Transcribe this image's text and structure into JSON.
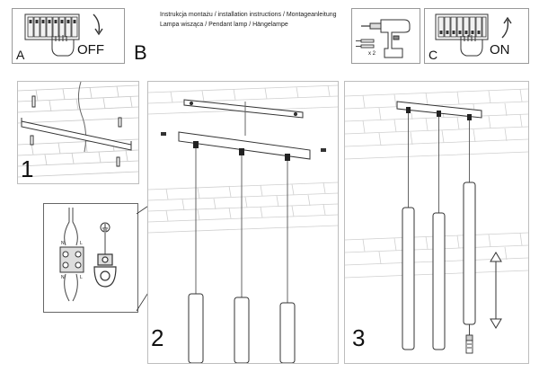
{
  "header": {
    "title_lines": [
      "Instrukcja montażu / installation instructions / Montageanleitung",
      "Lampa wisząca / Pendant lamp / Hängelampe"
    ]
  },
  "panels": {
    "a": {
      "letter": "A",
      "switch_label": "OFF"
    },
    "b": {
      "letter": "B",
      "anchor_count": "x 2"
    },
    "c": {
      "letter": "C",
      "switch_label": "ON"
    }
  },
  "steps": {
    "step1": {
      "number": "1"
    },
    "step2": {
      "number": "2"
    },
    "step3": {
      "number": "3"
    }
  },
  "wiring_detail": {
    "left_wire_label_top": "N",
    "right_wire_label_top": "L",
    "left_wire_label_bottom": "N",
    "right_wire_label_bottom": "L"
  }
}
